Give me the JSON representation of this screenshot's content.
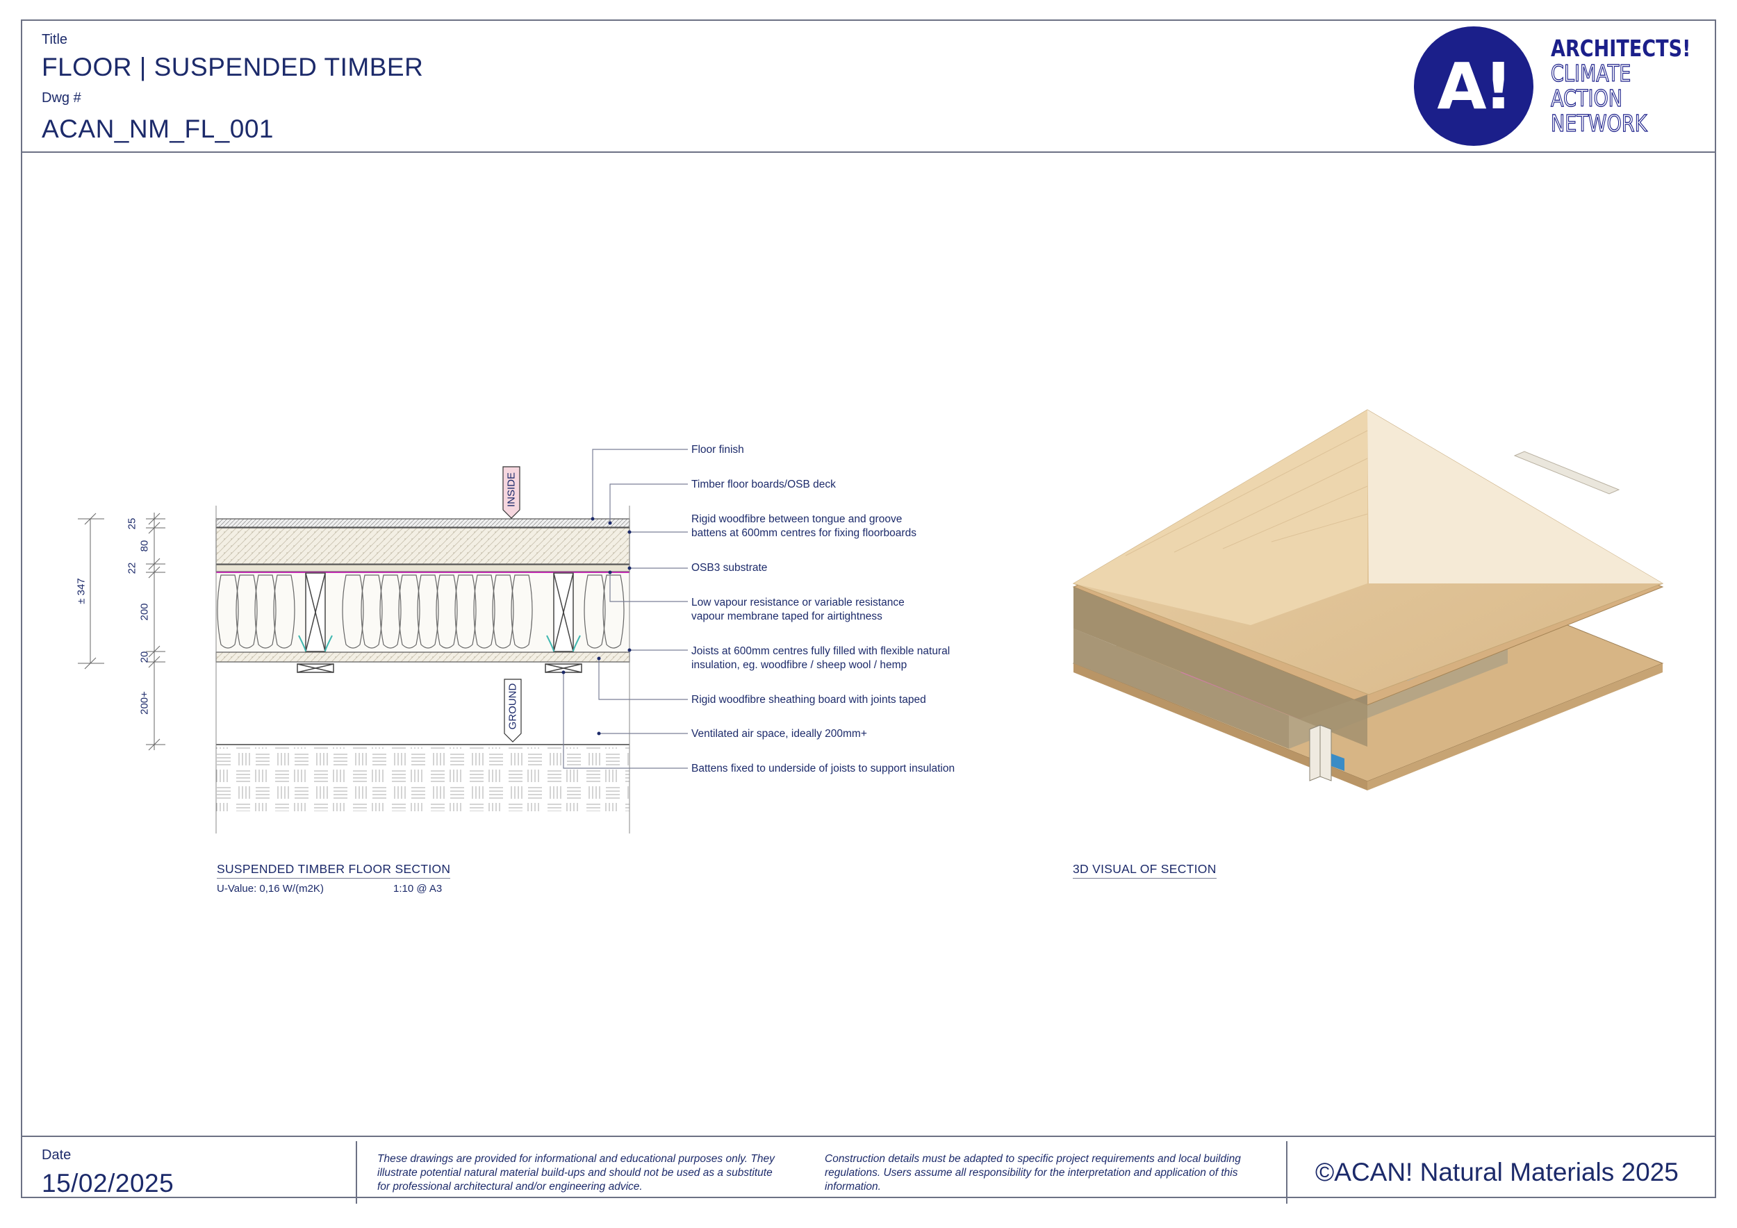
{
  "header": {
    "title_label": "Title",
    "title": "FLOOR | SUSPENDED TIMBER",
    "dwg_label": "Dwg #",
    "dwg_number": "ACAN_NM_FL_001",
    "logo_mark": "A!",
    "logo_lines": [
      "ARCHITECTS!",
      "CLIMATE",
      "ACTION",
      "NETWORK"
    ]
  },
  "section": {
    "markers": {
      "inside": "INSIDE",
      "ground": "GROUND"
    },
    "dimensions": {
      "overall": "± 347",
      "layers": [
        "25",
        "80",
        "22",
        "200",
        "20",
        "200+"
      ]
    },
    "callouts": [
      "Floor finish",
      "Timber floor boards/OSB deck",
      "Rigid woodfibre between tongue and groove\nbattens at 600mm centres for fixing floorboards",
      "OSB3 substrate",
      "Low vapour resistance or variable resistance\nvapour membrane taped for airtightness",
      "Joists at 600mm centres fully filled with flexible natural\ninsulation, eg. woodfibre / sheep wool / hemp",
      "Rigid woodfibre sheathing board with joints taped",
      "Ventilated air space, ideally 200mm+",
      "Battens fixed to underside of joists to support insulation"
    ],
    "caption": "SUSPENDED TIMBER FLOOR SECTION",
    "u_value": "U-Value: 0,16 W/(m2K)",
    "scale": "1:10 @ A3"
  },
  "visual": {
    "caption": "3D VISUAL OF SECTION"
  },
  "footer": {
    "date_label": "Date",
    "date": "15/02/2025",
    "disclaimer_1": "These drawings are provided for informational and educational purposes only. They illustrate potential natural material build-ups and should not be used as a substitute for professional architectural and/or engineering advice.",
    "disclaimer_2": "Construction details must be adapted to specific project requirements and local building regulations. Users assume all responsibility for the interpretation and application of this information.",
    "copyright": "©ACAN! Natural Materials 2025"
  },
  "colors": {
    "brand_navy": "#1b1f8a",
    "text_navy": "#1c2a6a",
    "frame_grey": "#6c7184",
    "membrane_magenta": "#c02fb0",
    "marker_pink": "#f6d7df"
  }
}
